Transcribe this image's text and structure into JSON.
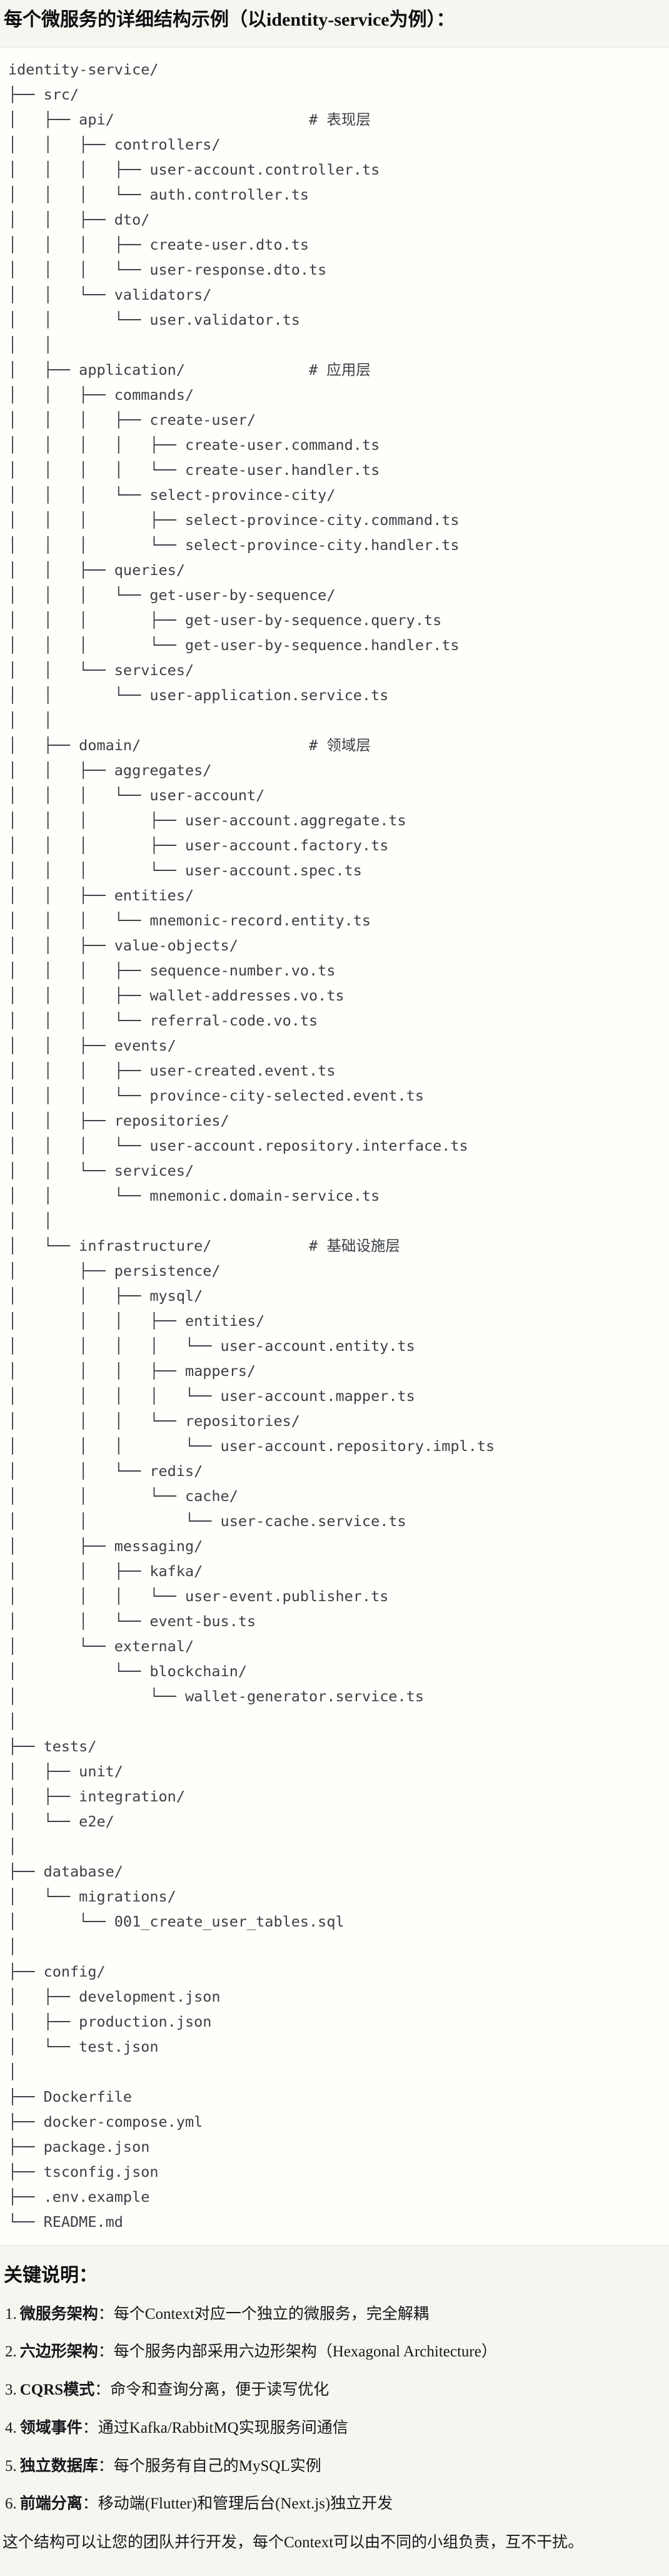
{
  "header": {
    "title": "每个微服务的详细结构示例（以identity-service为例）："
  },
  "tree": {
    "lines": [
      "identity-service/",
      "├── src/",
      "│   ├── api/                      # 表现层",
      "│   │   ├── controllers/",
      "│   │   │   ├── user-account.controller.ts",
      "│   │   │   └── auth.controller.ts",
      "│   │   ├── dto/",
      "│   │   │   ├── create-user.dto.ts",
      "│   │   │   └── user-response.dto.ts",
      "│   │   └── validators/",
      "│   │       └── user.validator.ts",
      "│   │",
      "│   ├── application/              # 应用层",
      "│   │   ├── commands/",
      "│   │   │   ├── create-user/",
      "│   │   │   │   ├── create-user.command.ts",
      "│   │   │   │   └── create-user.handler.ts",
      "│   │   │   └── select-province-city/",
      "│   │   │       ├── select-province-city.command.ts",
      "│   │   │       └── select-province-city.handler.ts",
      "│   │   ├── queries/",
      "│   │   │   └── get-user-by-sequence/",
      "│   │   │       ├── get-user-by-sequence.query.ts",
      "│   │   │       └── get-user-by-sequence.handler.ts",
      "│   │   └── services/",
      "│   │       └── user-application.service.ts",
      "│   │",
      "│   ├── domain/                   # 领域层",
      "│   │   ├── aggregates/",
      "│   │   │   └── user-account/",
      "│   │   │       ├── user-account.aggregate.ts",
      "│   │   │       ├── user-account.factory.ts",
      "│   │   │       └── user-account.spec.ts",
      "│   │   ├── entities/",
      "│   │   │   └── mnemonic-record.entity.ts",
      "│   │   ├── value-objects/",
      "│   │   │   ├── sequence-number.vo.ts",
      "│   │   │   ├── wallet-addresses.vo.ts",
      "│   │   │   └── referral-code.vo.ts",
      "│   │   ├── events/",
      "│   │   │   ├── user-created.event.ts",
      "│   │   │   └── province-city-selected.event.ts",
      "│   │   ├── repositories/",
      "│   │   │   └── user-account.repository.interface.ts",
      "│   │   └── services/",
      "│   │       └── mnemonic.domain-service.ts",
      "│   │",
      "│   └── infrastructure/           # 基础设施层",
      "│       ├── persistence/",
      "│       │   ├── mysql/",
      "│       │   │   ├── entities/",
      "│       │   │   │   └── user-account.entity.ts",
      "│       │   │   ├── mappers/",
      "│       │   │   │   └── user-account.mapper.ts",
      "│       │   │   └── repositories/",
      "│       │   │       └── user-account.repository.impl.ts",
      "│       │   └── redis/",
      "│       │       └── cache/",
      "│       │           └── user-cache.service.ts",
      "│       ├── messaging/",
      "│       │   ├── kafka/",
      "│       │   │   └── user-event.publisher.ts",
      "│       │   └── event-bus.ts",
      "│       └── external/",
      "│           └── blockchain/",
      "│               └── wallet-generator.service.ts",
      "│",
      "├── tests/",
      "│   ├── unit/",
      "│   ├── integration/",
      "│   └── e2e/",
      "│",
      "├── database/",
      "│   └── migrations/",
      "│       └── 001_create_user_tables.sql",
      "│",
      "├── config/",
      "│   ├── development.json",
      "│   ├── production.json",
      "│   └── test.json",
      "│",
      "├── Dockerfile",
      "├── docker-compose.yml",
      "├── package.json",
      "├── tsconfig.json",
      "├── .env.example",
      "└── README.md"
    ]
  },
  "notes": {
    "title": "关键说明：",
    "items": [
      {
        "num": "1.",
        "term": "微服务架构",
        "desc": "：每个Context对应一个独立的微服务，完全解耦"
      },
      {
        "num": "2.",
        "term": "六边形架构",
        "desc": "：每个服务内部采用六边形架构（Hexagonal Architecture）"
      },
      {
        "num": "3.",
        "term": "CQRS模式",
        "desc": "：命令和查询分离，便于读写优化"
      },
      {
        "num": "4.",
        "term": "领域事件",
        "desc": "：通过Kafka/RabbitMQ实现服务间通信"
      },
      {
        "num": "5.",
        "term": "独立数据库",
        "desc": "：每个服务有自己的MySQL实例"
      },
      {
        "num": "6.",
        "term": "前端分离",
        "desc": "：移动端(Flutter)和管理后台(Next.js)独立开发"
      }
    ],
    "closing": "这个结构可以让您的团队并行开发，每个Context可以由不同的小组负责，互不干扰。"
  }
}
